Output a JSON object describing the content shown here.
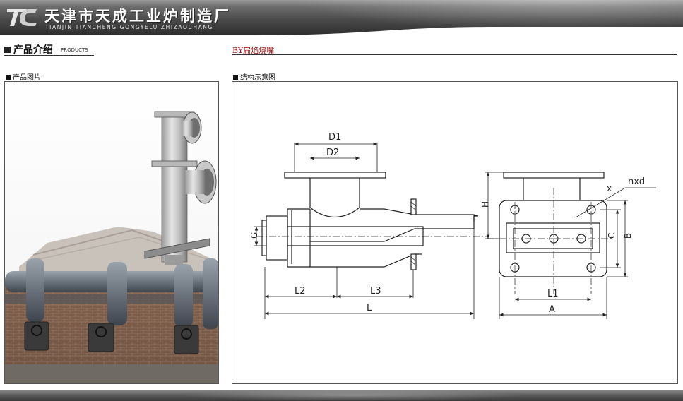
{
  "header": {
    "company_name": "天津市天成工业炉制造厂",
    "company_pinyin": "TIANJIN TIANCHENG GONGYELU ZHIZAOCHANG",
    "logo_text": "TC"
  },
  "section": {
    "title_cn": "产品介绍",
    "title_en": "PRODUCTS"
  },
  "product": {
    "name": "BY扁焰烧嘴"
  },
  "left_panel": {
    "heading": "产品图片"
  },
  "right_panel": {
    "heading": "结构示意图"
  },
  "diagram": {
    "labels": {
      "D1": "D1",
      "D2": "D2",
      "G": "G",
      "L2": "L2",
      "L3": "L3",
      "L": "L",
      "H": "H",
      "x": "x",
      "nxd": "nxd",
      "C": "C",
      "B": "B",
      "L1": "L1",
      "A": "A"
    }
  },
  "colors": {
    "product_name": "#a01414",
    "header_dark": "#2e2e2e",
    "line": "#222222"
  }
}
